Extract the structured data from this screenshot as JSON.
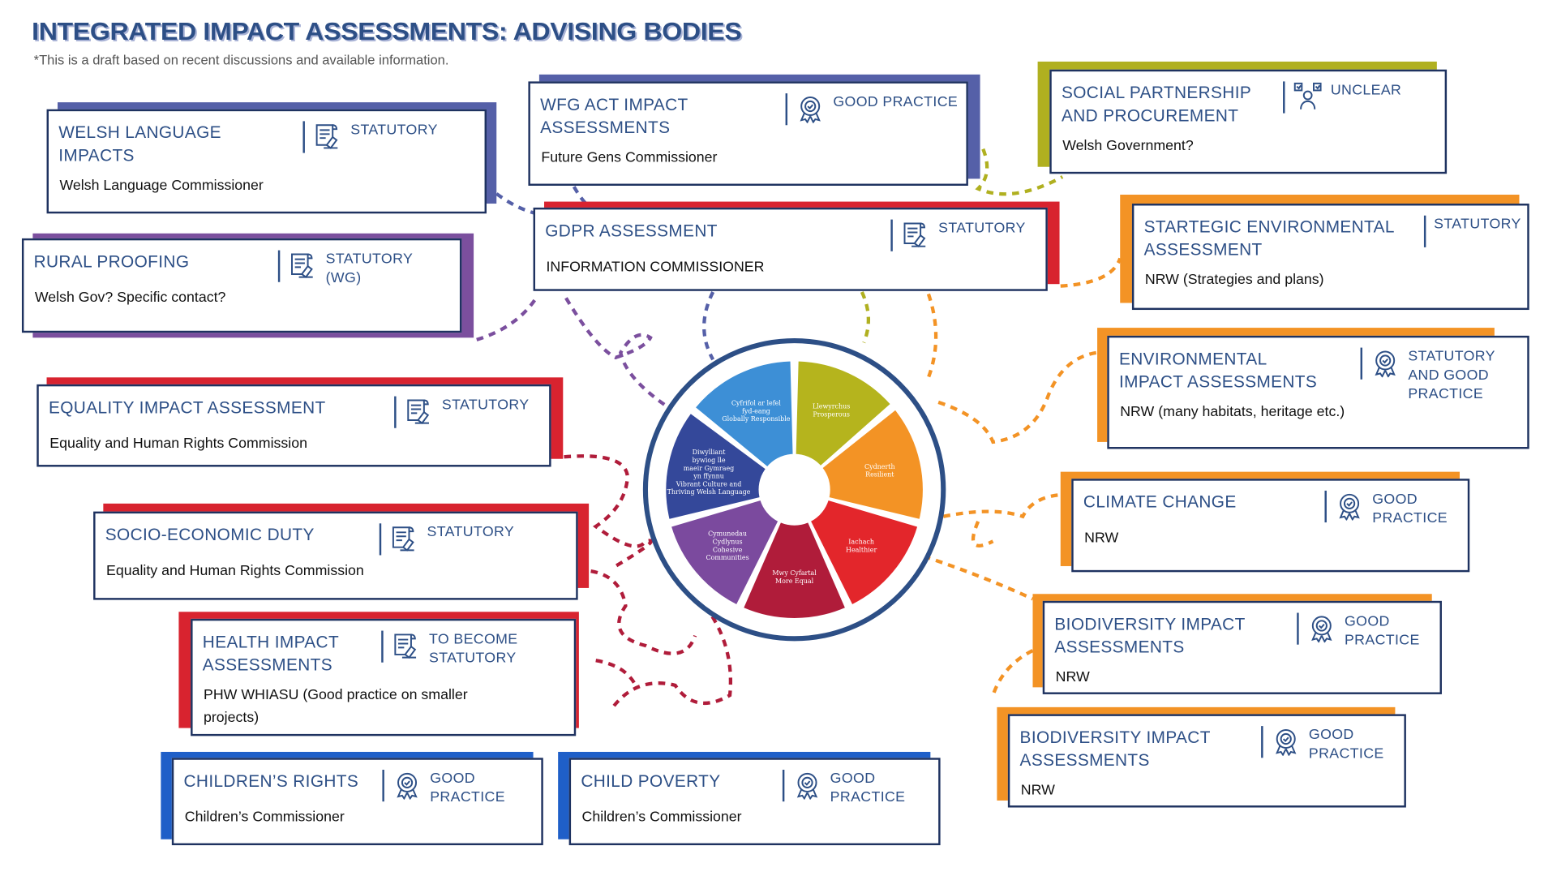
{
  "header": {
    "title": "INTEGRATED IMPACT ASSESSMENTS: ADVISING BODIES",
    "subtitle": "*This is a draft based on recent discussions and available information."
  },
  "colors": {
    "navy": "#2d4f86",
    "purple_blue": "#5560a8",
    "purple": "#7b4f9e",
    "red": "#d8232f",
    "olive": "#b0b020",
    "orange": "#f39325",
    "blue": "#1f5fc8"
  },
  "cards": [
    {
      "title": "WELSH LANGUAGE\nIMPACTS",
      "status": "STATUTORY",
      "icon": "statutory-document-icon",
      "body": "Welsh Language Commissioner",
      "accent": "#5560a8"
    },
    {
      "title": "RURAL PROOFING",
      "status": "STATUTORY\n(WG)",
      "icon": "statutory-document-icon",
      "body": "Welsh Gov? Specific contact?",
      "accent": "#7b4f9e"
    },
    {
      "title": "WFG ACT IMPACT\nASSESSMENTS",
      "status": "GOOD PRACTICE",
      "icon": "good-practice-badge-icon",
      "body": "Future Gens Commissioner",
      "accent": "#5560a8"
    },
    {
      "title": "GDPR ASSESSMENT",
      "status": "STATUTORY",
      "icon": "statutory-document-icon",
      "body": "INFORMATION COMMISSIONER",
      "accent": "#d8232f"
    },
    {
      "title": "SOCIAL PARTNERSHIP\nAND PROCUREMENT",
      "status": "UNCLEAR",
      "icon": "unclear-people-icon",
      "body": "Welsh Government?",
      "accent": "#b0b020"
    },
    {
      "title": "STARTEGIC ENVIRONMENTAL\nASSESSMENT",
      "status": "STATUTORY",
      "icon": "none",
      "body": "NRW (Strategies and plans)",
      "accent": "#f39325"
    },
    {
      "title": "ENVIRONMENTAL\nIMPACT ASSESSMENTS",
      "status": "STATUTORY\nAND GOOD\nPRACTICE",
      "icon": "good-practice-badge-icon",
      "body": "NRW (many habitats, heritage etc.)",
      "accent": "#f39325"
    },
    {
      "title": "EQUALITY IMPACT ASSESSMENT",
      "status": "STATUTORY",
      "icon": "statutory-document-icon",
      "body": "Equality and Human Rights Commission",
      "accent": "#d8232f"
    },
    {
      "title": "SOCIO-ECONOMIC DUTY",
      "status": "STATUTORY",
      "icon": "statutory-document-icon",
      "body": "Equality and Human Rights Commission",
      "accent": "#d8232f"
    },
    {
      "title": "HEALTH IMPACT\nASSESSMENTS",
      "status": "TO BECOME\nSTATUTORY",
      "icon": "statutory-document-icon",
      "body": "PHW WHIASU (Good practice on smaller\nprojects)",
      "accent": "#d8232f"
    },
    {
      "title": "CHILDREN’S RIGHTS",
      "status": "GOOD\nPRACTICE",
      "icon": "good-practice-badge-icon",
      "body": "Children’s Commissioner",
      "accent": "#1f5fc8"
    },
    {
      "title": "CHILD POVERTY",
      "status": "GOOD\nPRACTICE",
      "icon": "good-practice-badge-icon",
      "body": "Children’s Commissioner",
      "accent": "#1f5fc8"
    },
    {
      "title": "CLIMATE CHANGE",
      "status": "GOOD\nPRACTICE",
      "icon": "good-practice-badge-icon",
      "body": "NRW",
      "accent": "#f39325"
    },
    {
      "title": "BIODIVERSITY IMPACT\nASSESSMENTS",
      "status": "GOOD\nPRACTICE",
      "icon": "good-practice-badge-icon",
      "body": "NRW",
      "accent": "#f39325"
    },
    {
      "title": "BIODIVERSITY IMPACT\nASSESSMENTS",
      "status": "GOOD\nPRACTICE",
      "icon": "good-practice-badge-icon",
      "body": "NRW",
      "accent": "#f39325"
    }
  ],
  "wheel": {
    "ring_color": "#2d4f86",
    "segments": [
      {
        "label": "Cyfrifol ar lefel\nfyd-eang\nGlobally Responsible",
        "color": "#3d8fd6"
      },
      {
        "label": "Llewyrchus\nProsperous",
        "color": "#b5b41d"
      },
      {
        "label": "Cydnerth\nResilient",
        "color": "#f39325"
      },
      {
        "label": "Iachach\nHealthier",
        "color": "#e3262b"
      },
      {
        "label": "Mwy Cyfartal\nMore Equal",
        "color": "#b01c3a"
      },
      {
        "label": "Cymunedau\nCydlynus\nCohesive\nCommunities",
        "color": "#7b4a9e"
      },
      {
        "label": "Diwylliant\nbywiog lle\nmaeir Gymraeg\nyn ffynnu\nVibrant Culture and\nThriving Welsh Language",
        "color": "#34489a"
      }
    ]
  }
}
